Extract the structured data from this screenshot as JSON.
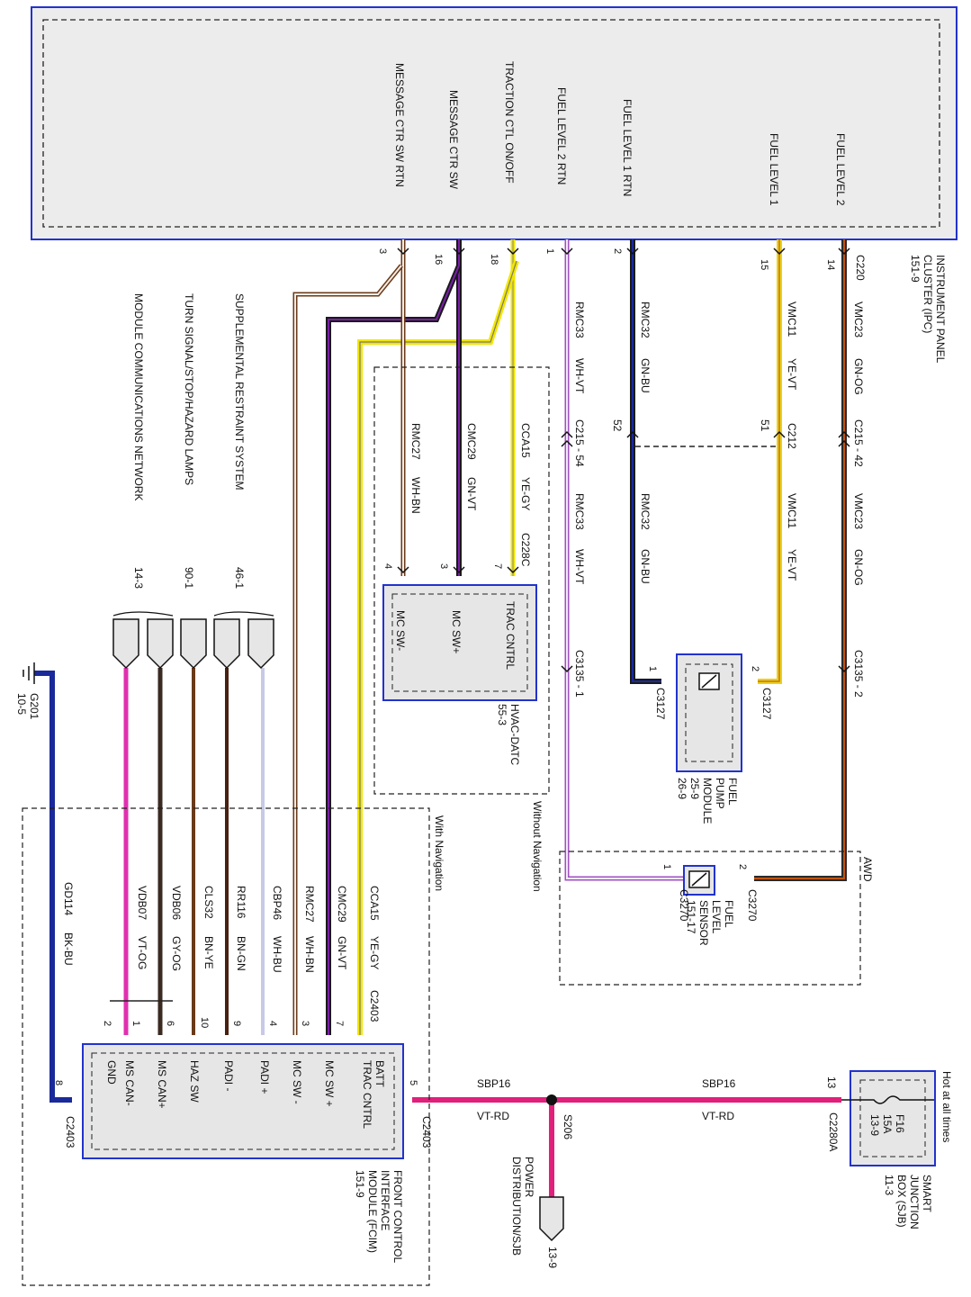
{
  "ipc": {
    "title_lines": [
      "INSTRUMENT PANEL",
      "CLUSTER (IPC)",
      "151-9"
    ],
    "connector": "C220",
    "pins": [
      {
        "label": "FUEL LEVEL 2",
        "pin": "14"
      },
      {
        "label": "FUEL LEVEL 1",
        "pin": "15"
      },
      {
        "label": "FUEL LEVEL 1 RTN",
        "pin": "2"
      },
      {
        "label": "FUEL LEVEL 2 RTN",
        "pin": "1"
      },
      {
        "label": "TRACTION CTL ON/OFF",
        "pin": "18"
      },
      {
        "label": "MESSAGE CTR SW",
        "pin": "16"
      },
      {
        "label": "MESSAGE CTR SW RTN",
        "pin": "3"
      }
    ]
  },
  "wires": {
    "vmc23": {
      "circuit": "VMC23",
      "color": "GN-OG",
      "color_hex": "#2a2a2a",
      "stripe_hex": "#c2540c"
    },
    "vmc11": {
      "circuit": "VMC11",
      "color": "YE-VT",
      "color_hex": "#e8d21a",
      "stripe_hex": "#8a2be2"
    },
    "rmc32": {
      "circuit": "RMC32",
      "color": "GN-BU",
      "color_hex": "#1a1a1a",
      "stripe_hex": "#1a2a9a"
    },
    "rmc33": {
      "circuit": "RMC33",
      "color": "WH-VT",
      "color_hex": "#e8c8f0",
      "stripe_hex": "#a050c0"
    },
    "cca15": {
      "circuit": "CCA15",
      "color": "YE-GY",
      "color_hex": "#f2e600",
      "stripe_hex": "#999999"
    },
    "cmc29": {
      "circuit": "CMC29",
      "color": "GN-VT",
      "color_hex": "#1a1a1a",
      "stripe_hex": "#7a1fa8"
    },
    "rmc27": {
      "circuit": "RMC27",
      "color": "WH-BN",
      "color_hex": "#d8c8b8",
      "stripe_hex": "#6b3a1a"
    },
    "sbp16": {
      "circuit": "SBP16",
      "color": "VT-RD",
      "color_hex": "#e0207a"
    },
    "vdb07": {
      "circuit": "VDB07",
      "color": "VT-OG",
      "color_hex": "#e030b0"
    },
    "vdb06": {
      "circuit": "VDB06",
      "color": "GY-OG",
      "color_hex": "#3a2a20"
    },
    "cls32": {
      "circuit": "CLS32",
      "color": "BN-YE",
      "color_hex": "#6a3a1a"
    },
    "rr116": {
      "circuit": "RR116",
      "color": "BN-GN",
      "color_hex": "#4a2010"
    },
    "cbp46": {
      "circuit": "CBP46",
      "color": "WH-BU",
      "color_hex": "#c8c8e8"
    },
    "gd114": {
      "circuit": "GD114",
      "color": "BK-BU",
      "color_hex": "#1a2a9a"
    }
  },
  "connectors": {
    "c215_42": "C215 - 42",
    "c212": "C212",
    "c212_pin_51": "51",
    "c212_pin_52": "52",
    "c215_54": "C215 - 54",
    "c228c": "C228C",
    "c3135_2": "C3135 - 2",
    "c3135_1": "C3135 - 1",
    "c3127": "C3127",
    "c3270": "C3270",
    "c2403": "C2403",
    "c2280a": "C2280A",
    "s206": "S206",
    "g201": [
      "G201",
      "10-5"
    ],
    "pin1": "1",
    "pin2": "2",
    "pin3": "3",
    "pin4": "4",
    "pin5": "5",
    "pin6": "6",
    "pin7": "7",
    "pin8": "8",
    "pin9": "9",
    "pin10": "10",
    "pin13": "13"
  },
  "fuel_pump": {
    "lines": [
      "FUEL",
      "PUMP",
      "MODULE",
      "25-9",
      "26-9"
    ]
  },
  "fuel_sensor": {
    "lines": [
      "FUEL",
      "LEVEL",
      "SENSOR",
      "151-17"
    ]
  },
  "awd_label": "AWD",
  "hvac": {
    "lines": [
      "HVAC-DATC",
      "55-3"
    ],
    "pins": [
      "TRAC CNTRL",
      "MC SW+",
      "MC SW-"
    ],
    "note": "Without Navigation"
  },
  "fcim": {
    "lines": [
      "FRONT CONTROL",
      "INTERFACE",
      "MODULE (FCIM)",
      "151-9"
    ],
    "note": "With Navigation",
    "pins": [
      "BATT",
      "TRAC CNTRL",
      "MC SW +",
      "MC SW -",
      "PADI +",
      "PADI -",
      "HAZ SW",
      "MS CAN+",
      "MS CAN-",
      "GND"
    ]
  },
  "sjb": {
    "note": "Hot at all times",
    "fuse": [
      "F16",
      "15A",
      "13-9"
    ],
    "lines": [
      "SMART",
      "JUNCTION",
      "BOX (SJB)",
      "11-3"
    ]
  },
  "power_dist": {
    "lines": [
      "POWER",
      "DISTRIBUTION/SJB"
    ],
    "ref": "13-9"
  },
  "references": [
    {
      "label": "SUPPLEMENTAL RESTRAINT SYSTEM",
      "ref": "46-1"
    },
    {
      "label": "TURN SIGNAL/STOP/HAZARD LAMPS",
      "ref": "90-1"
    },
    {
      "label": "MODULE COMMUNICATIONS NETWORK",
      "ref": "14-3"
    }
  ]
}
